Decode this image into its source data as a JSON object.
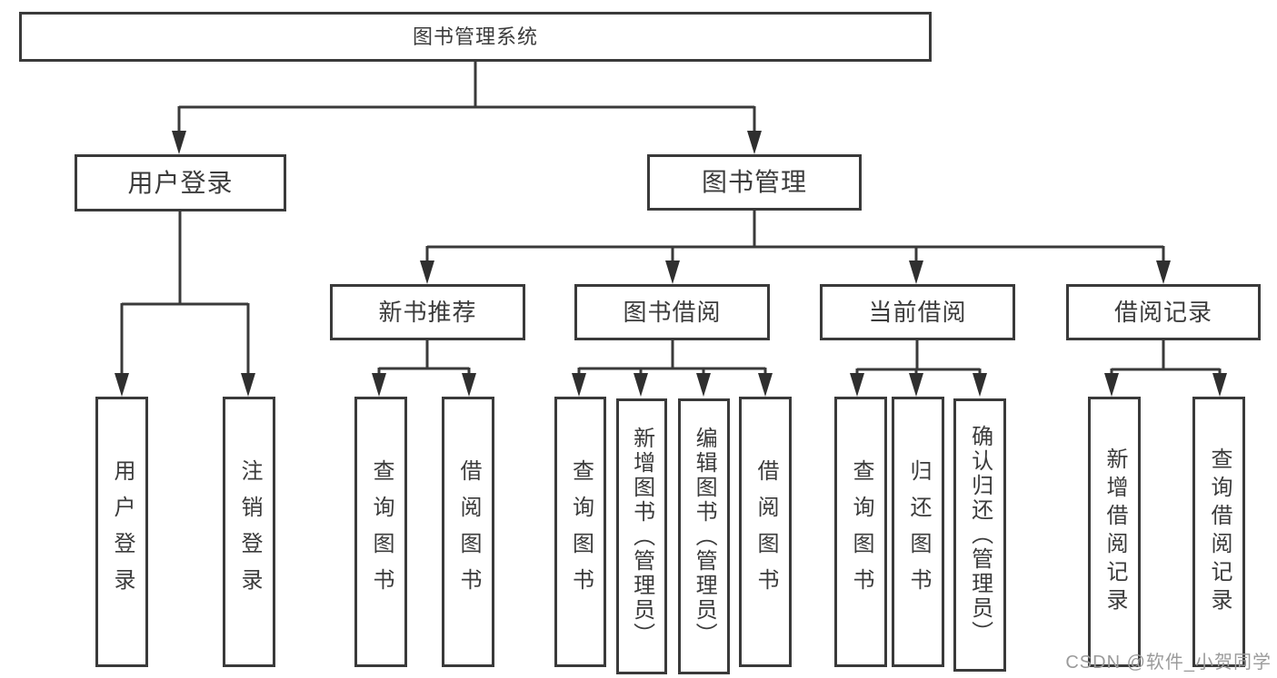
{
  "diagram": {
    "type": "hierarchy-tree",
    "colors": {
      "line": "#3a3a3a",
      "box_border": "#3a3a3a",
      "box_fill": "#ffffff",
      "text": "#3b3b3b",
      "watermark": "#9b9b9b",
      "background": "#ffffff"
    },
    "tree": {
      "root": {
        "label": "图书管理系统",
        "children": [
          {
            "label": "用户登录",
            "children": [
              {
                "label": "用户登录"
              },
              {
                "label": "注销登录"
              }
            ]
          },
          {
            "label": "图书管理",
            "children": [
              {
                "label": "新书推荐",
                "children": [
                  {
                    "label": "查询图书"
                  },
                  {
                    "label": "借阅图书"
                  }
                ]
              },
              {
                "label": "图书借阅",
                "children": [
                  {
                    "label": "查询图书"
                  },
                  {
                    "label": "新增图书（管理员）"
                  },
                  {
                    "label": "编辑图书（管理员）"
                  },
                  {
                    "label": "借阅图书"
                  }
                ]
              },
              {
                "label": "当前借阅",
                "children": [
                  {
                    "label": "查询图书"
                  },
                  {
                    "label": "归还图书"
                  },
                  {
                    "label": "确认归还（管理员）"
                  }
                ]
              },
              {
                "label": "借阅记录",
                "children": [
                  {
                    "label": "新增借阅记录"
                  },
                  {
                    "label": "查询借阅记录"
                  }
                ]
              }
            ]
          }
        ]
      }
    },
    "watermark": {
      "text": "CSDN @软件_小贺同学"
    }
  }
}
